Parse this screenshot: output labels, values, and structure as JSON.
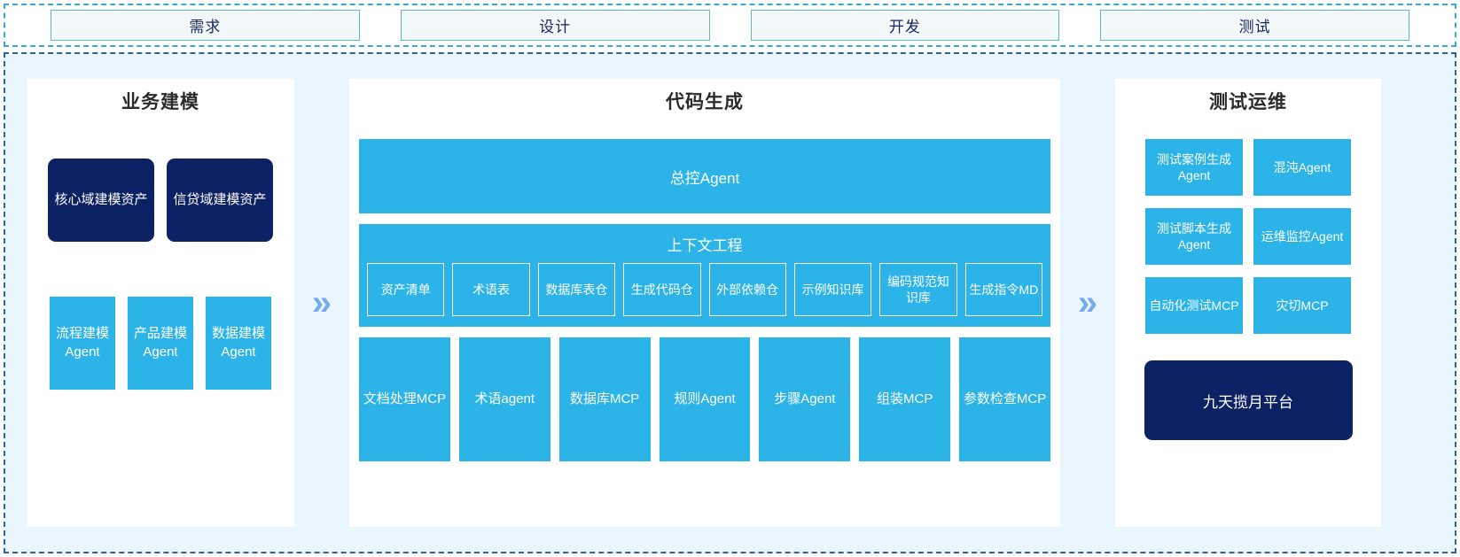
{
  "phases": {
    "items": [
      {
        "label": "需求"
      },
      {
        "label": "设计"
      },
      {
        "label": "开发"
      },
      {
        "label": "测试"
      }
    ]
  },
  "separators": {
    "glyph": "»"
  },
  "left_panel": {
    "title": "业务建模",
    "assets": [
      {
        "label": "核心域建模资产"
      },
      {
        "label": "信贷域建模资产"
      }
    ],
    "agents": [
      {
        "label": "流程建模Agent"
      },
      {
        "label": "产品建模Agent"
      },
      {
        "label": "数据建模Agent"
      }
    ]
  },
  "center_panel": {
    "title": "代码生成",
    "master_agent": "总控Agent",
    "context": {
      "title": "上下文工程",
      "items": [
        {
          "label": "资产清单"
        },
        {
          "label": "术语表"
        },
        {
          "label": "数据库表仓"
        },
        {
          "label": "生成代码仓"
        },
        {
          "label": "外部依赖仓"
        },
        {
          "label": "示例知识库"
        },
        {
          "label": "编码规范知识库"
        },
        {
          "label": "生成指令MD"
        }
      ]
    },
    "tools": [
      {
        "label": "文档处理MCP"
      },
      {
        "label": "术语agent"
      },
      {
        "label": "数据库MCP"
      },
      {
        "label": "规则Agent"
      },
      {
        "label": "步骤Agent"
      },
      {
        "label": "组装MCP"
      },
      {
        "label": "参数检查MCP"
      }
    ]
  },
  "right_panel": {
    "title": "测试运维",
    "items": [
      {
        "label": "测试案例生成Agent"
      },
      {
        "label": "混沌Agent"
      },
      {
        "label": "测试脚本生成Agent"
      },
      {
        "label": "运维监控Agent"
      },
      {
        "label": "自动化测试MCP"
      },
      {
        "label": "灾切MCP"
      }
    ],
    "platform": "九天揽月平台"
  },
  "colors": {
    "accent_blue": "#2cb3e8",
    "navy": "#0d2264",
    "frame_dash": "#2f5fa8",
    "phase_dash": "#35a9d4",
    "canvas_bg": "#eaf6fd",
    "arrow": "#7aa8ee"
  }
}
